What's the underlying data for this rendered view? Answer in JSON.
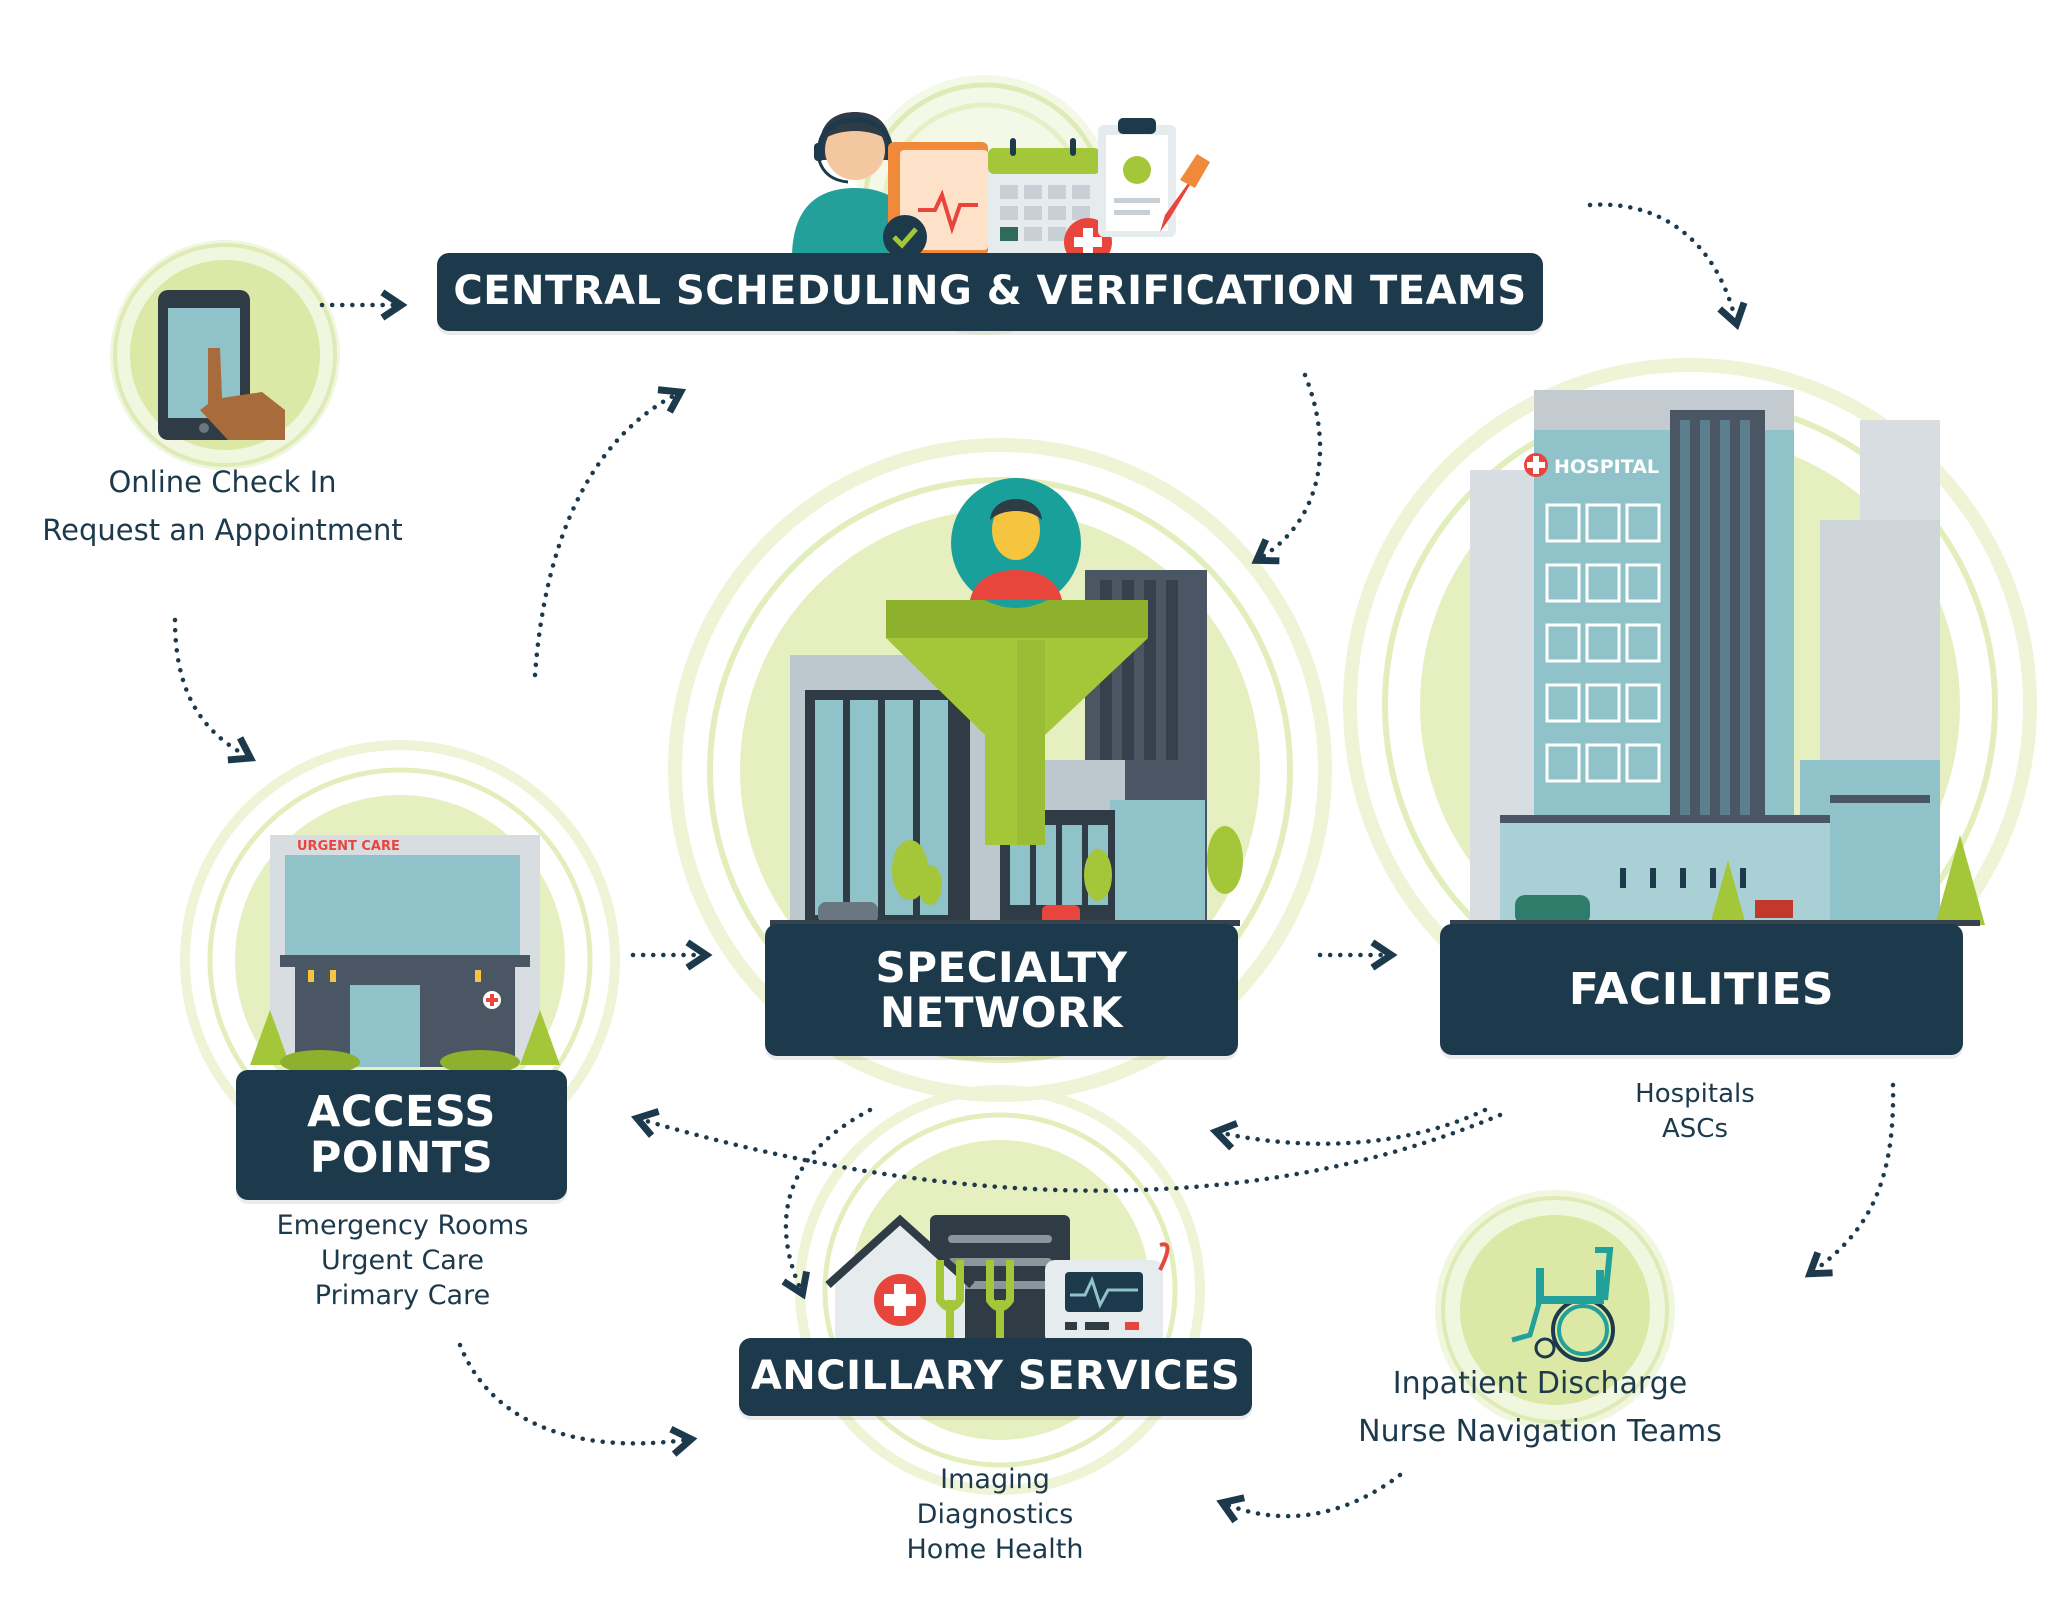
{
  "central": {
    "title": "CENTRAL SCHEDULING  & VERIFICATION TEAMS"
  },
  "specialty": {
    "title": [
      "SPECIALTY",
      "NETWORK"
    ]
  },
  "facilities": {
    "title": "FACILITIES",
    "items": [
      "Hospitals",
      "ASCs"
    ],
    "hospital_sign": "HOSPITAL"
  },
  "access": {
    "title": [
      "ACCESS",
      "POINTS"
    ],
    "items": [
      "Emergency Rooms",
      "Urgent Care",
      "Primary Care"
    ],
    "urgent_sign": "URGENT CARE"
  },
  "ancillary": {
    "title": "ANCILLARY SERVICES",
    "items": [
      "Imaging",
      "Diagnostics",
      "Home Health"
    ]
  },
  "online": {
    "items": [
      "Online Check In",
      "Request an Appointment"
    ]
  },
  "discharge": {
    "items": [
      "Inpatient Discharge",
      "Nurse Navigation Teams"
    ]
  },
  "colors": {
    "navy": "#1d3a4c",
    "lime": "#d9e8a6",
    "lime_pale": "#eef5d6",
    "funnel_green": "#a4c639",
    "glass_blue": "#8fc3c9",
    "red": "#e8463c"
  },
  "icons": [
    "agent-headset-icon",
    "calendar-icon",
    "clipboard-icon",
    "medical-folder-icon",
    "smartphone-icon",
    "person-avatar-icon",
    "funnel-icon",
    "hospital-building-icon",
    "urgent-care-building-icon",
    "home-health-icon",
    "crutches-icon",
    "xray-icon",
    "ecg-monitor-icon",
    "wheelchair-icon"
  ]
}
